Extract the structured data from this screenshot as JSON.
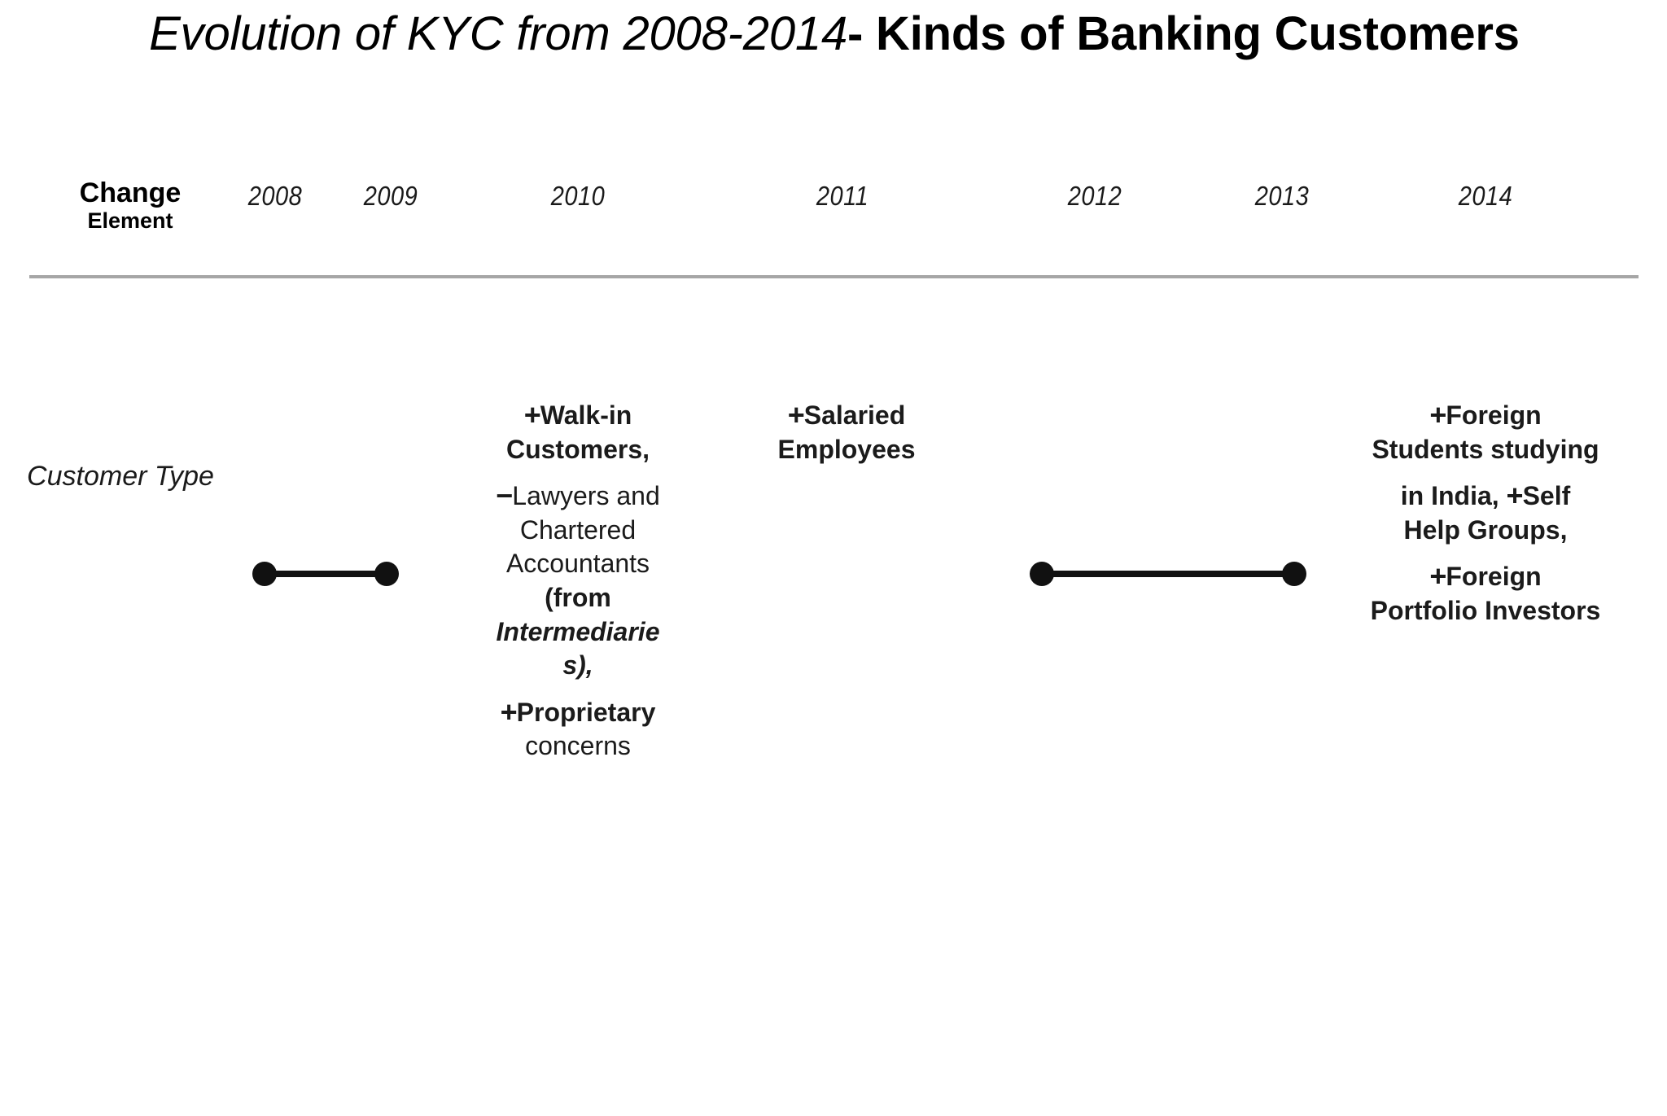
{
  "title": {
    "italic_part": "Evolution of KYC from 2008-2014",
    "bold_part": "- Kinds of Banking Customers"
  },
  "table": {
    "row_header": {
      "line1": "Change",
      "line2": "Element"
    },
    "years": [
      "2008",
      "2009",
      "2010",
      "2011",
      "2012",
      "2013",
      "2014"
    ],
    "rows": [
      {
        "label": "Customer Type",
        "cells": {
          "2010": {
            "items": [
              {
                "sign": "+",
                "text": "Walk-in Customers,",
                "emphasis": "bold"
              },
              {
                "sign": "−",
                "text": "Lawyers and Chartered Accountants (from Intermediaries),",
                "emphasis": "mixed",
                "italic_fragment": "Intermediarie"
              },
              {
                "sign": "+",
                "text": "Proprietary concerns",
                "emphasis": "bold"
              }
            ]
          },
          "2011": {
            "items": [
              {
                "sign": "+",
                "text": "Salaried Employees",
                "emphasis": "bold"
              }
            ]
          },
          "2014": {
            "items": [
              {
                "sign": "+",
                "text": "Foreign Students studying in India,",
                "emphasis": "bold"
              },
              {
                "sign": "+",
                "text": "Self Help Groups,",
                "emphasis": "bold"
              },
              {
                "sign": "+",
                "text": "Foreign Portfolio Investors",
                "emphasis": "bold"
              }
            ]
          }
        },
        "connectors": [
          {
            "from": "2008",
            "to": "2009",
            "style": "dumbbell"
          },
          {
            "from": "2012",
            "to": "2013",
            "style": "dumbbell"
          }
        ]
      }
    ]
  },
  "text_fragments": {
    "plus": "+",
    "minus": "−",
    "walkin_l1": "Walk-in",
    "walkin_l2": "Customers,",
    "lawyers_l1": "Lawyers and",
    "lawyers_l2": "Chartered",
    "lawyers_l3": "Accountants",
    "lawyers_l4": "(from",
    "lawyers_l5": "Intermediarie",
    "lawyers_l6": "s),",
    "proprietary_l1": "Proprietary",
    "proprietary_l2": "concerns",
    "salaried_l1": "Salaried",
    "salaried_l2": "Employees",
    "foreign_l1": "Foreign",
    "foreign_l2": "Students studying",
    "foreign_l3": "in India,",
    "self_l1": "Self",
    "self_l2": "Help Groups,",
    "fpi_l1": "Foreign",
    "fpi_l2": "Portfolio Investors"
  },
  "colors": {
    "text": "#1b1b1b",
    "rule": "#a6a6a6",
    "connector": "#111111",
    "background": "#ffffff"
  }
}
